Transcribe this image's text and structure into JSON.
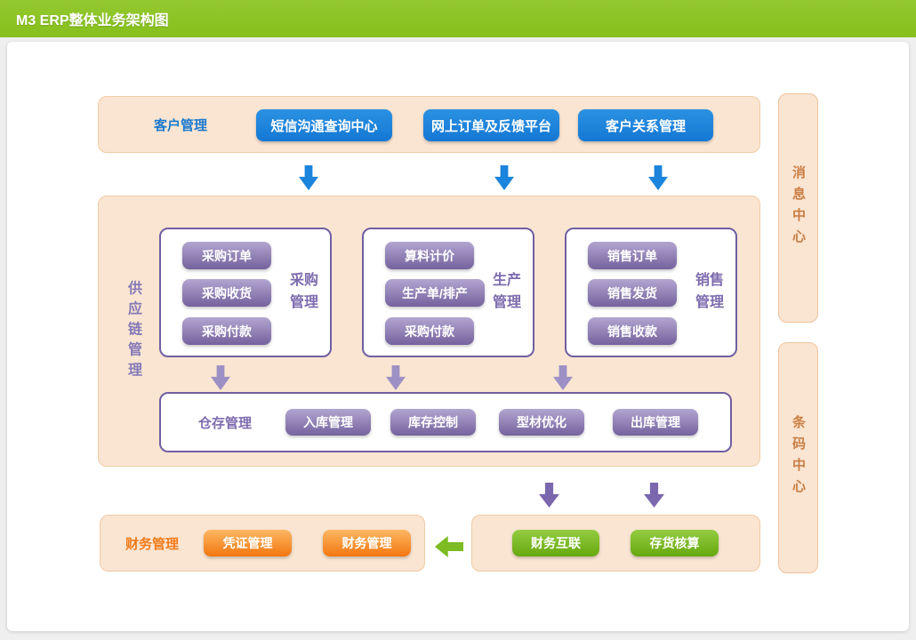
{
  "header": {
    "title": "M3 ERP整体业务架构图"
  },
  "customer": {
    "label": "客户管理",
    "buttons": [
      "短信沟通查询中心",
      "网上订单及反馈平台",
      "客户关系管理"
    ]
  },
  "supply_chain": {
    "label": "供应链管理",
    "groups": [
      {
        "label": "采购管理",
        "buttons": [
          "采购订单",
          "采购收货",
          "采购付款"
        ]
      },
      {
        "label": "生产管理",
        "buttons": [
          "算料计价",
          "生产单/排产",
          "采购付款"
        ]
      },
      {
        "label": "销售管理",
        "buttons": [
          "销售订单",
          "销售发货",
          "销售收款"
        ]
      }
    ],
    "warehouse": {
      "label": "仓存管理",
      "buttons": [
        "入库管理",
        "库存控制",
        "型材优化",
        "出库管理"
      ]
    }
  },
  "side_panels": [
    {
      "label": "消息中心"
    },
    {
      "label": "条码中心"
    }
  ],
  "finance": {
    "label": "财务管理",
    "buttons": [
      "凭证管理",
      "财务管理"
    ]
  },
  "finance_link": {
    "buttons": [
      "财务互联",
      "存货核算"
    ]
  },
  "colors": {
    "header_green": "#8cc321",
    "panel_peach": "#fae5d2",
    "panel_border": "#f0cba6",
    "blue_button": "#1c84dc",
    "purple_button": "#74629d",
    "purple_border": "#6f5fa2",
    "orange_button": "#f3760e",
    "green_button": "#76b822",
    "side_label_orange": "#c97f45"
  }
}
